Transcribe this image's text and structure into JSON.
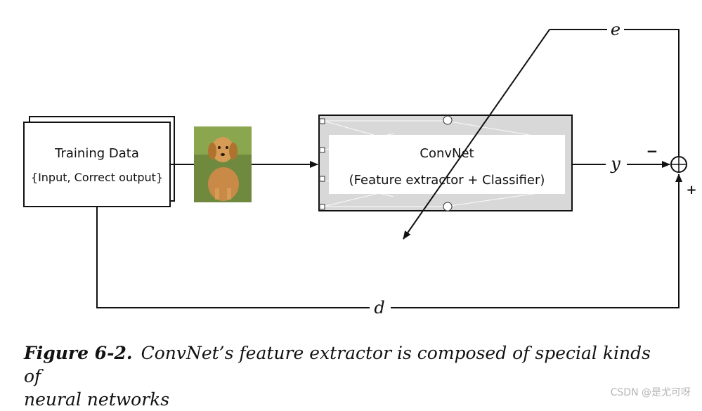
{
  "diagram": {
    "training_box": {
      "title": "Training Data",
      "subtitle": "{Input, Correct output}"
    },
    "convnet_box": {
      "title": "ConvNet",
      "subtitle": "(Feature extractor + Classifier)"
    },
    "signals": {
      "e": "e",
      "y": "y",
      "d": "d",
      "minus": "−",
      "plus": "+"
    },
    "input_image": {
      "subject": "golden retriever puppy"
    }
  },
  "caption": {
    "figure_label": "Figure 6-2.",
    "text_line1": "ConvNet’s feature extractor is composed of special kinds of",
    "text_line2": "neural networks"
  },
  "watermark": "CSDN @是尤可呀"
}
